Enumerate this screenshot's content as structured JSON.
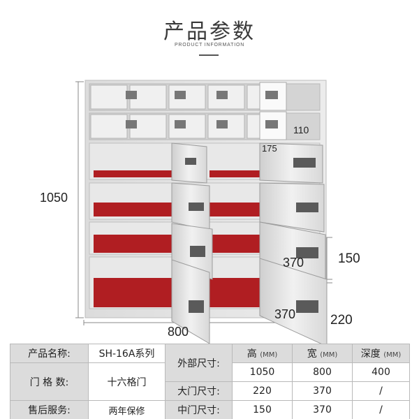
{
  "header": {
    "title": "产品参数",
    "subtitle": "PRODUCT INFORMATION"
  },
  "dimensions": {
    "height_total": "1050",
    "width_total": "800",
    "small_door_height": "110",
    "small_door_width": "175",
    "mid_door_height": "150",
    "mid_door_width": "370",
    "large_door_height": "220",
    "large_door_width": "370"
  },
  "spec_table": {
    "name_label": "产品名称:",
    "name_value": "SH-16A系列",
    "grid_label": "门 格 数:",
    "grid_value": "十六格门",
    "service_label": "售后服务:",
    "service_value": "两年保修",
    "outer_label": "外部尺寸:",
    "big_door_label": "大门尺寸:",
    "mid_door_label": "中门尺寸:",
    "col_height": "高",
    "col_width": "宽",
    "col_depth": "深度",
    "unit": "(MM)",
    "outer_values": [
      "1050",
      "800",
      "400"
    ],
    "big_door_values": [
      "220",
      "370",
      "/"
    ],
    "mid_door_values": [
      "150",
      "370",
      "/"
    ]
  },
  "colors": {
    "cabinet": "#e6e6e6",
    "interior_red": "#b01e22",
    "header_cell": "#dcdcdc"
  }
}
